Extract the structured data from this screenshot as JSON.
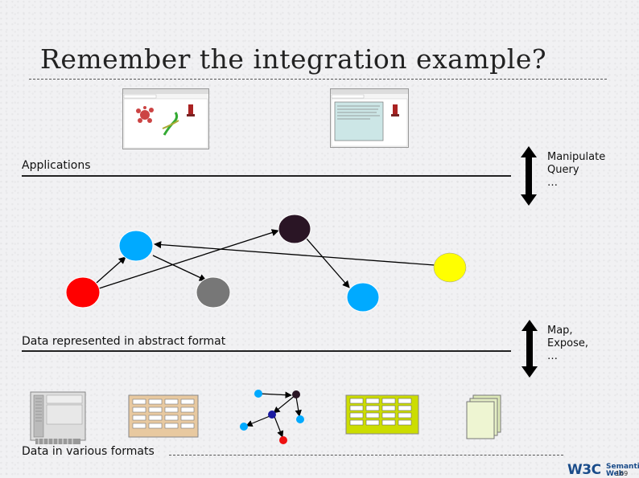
{
  "slide": {
    "title": "Remember the integration example?",
    "layers": {
      "applications": "Applications",
      "abstract": "Data represented in abstract format",
      "formats": "Data in various formats"
    },
    "top_arrow_lines": [
      "Manipulate",
      "Query",
      "…"
    ],
    "bottom_arrow_lines": [
      "Map,",
      "Expose,",
      "…"
    ],
    "logo": {
      "w3c": "W3C",
      "semantic_lines": [
        "Semantic",
        "Web"
      ],
      "page_number": "169"
    }
  },
  "colors": {
    "node_red": "#ff0000",
    "node_blue": "#00aaff",
    "node_gray": "#777777",
    "node_dark": "#2a1525",
    "node_yellow": "#ffff00",
    "table_brown": "#e8c9a0",
    "table_green": "#ccdd00"
  }
}
